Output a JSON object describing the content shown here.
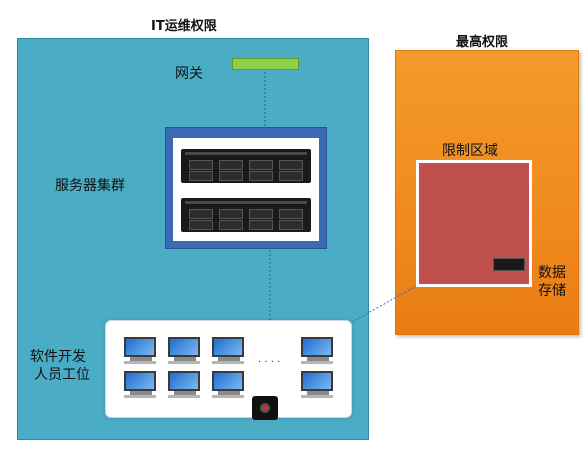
{
  "zones": {
    "it": {
      "title": "IT运维权限"
    },
    "top": {
      "title": "最高权限"
    }
  },
  "gateway": {
    "label": "网关"
  },
  "server_cluster": {
    "label": "服务器集群"
  },
  "workstations": {
    "label_line1": "软件开发",
    "label_line2": "人员工位",
    "ellipsis": "· · · ·"
  },
  "restricted": {
    "label": "限制区域"
  },
  "storage": {
    "label_line1": "数据",
    "label_line2": "存储"
  },
  "colors": {
    "it_zone": "#4bacc6",
    "top_zone": "#f39a2c",
    "restricted": "#c0504d",
    "gateway": "#8ccf4a",
    "server_frame": "#3a6ab4"
  }
}
